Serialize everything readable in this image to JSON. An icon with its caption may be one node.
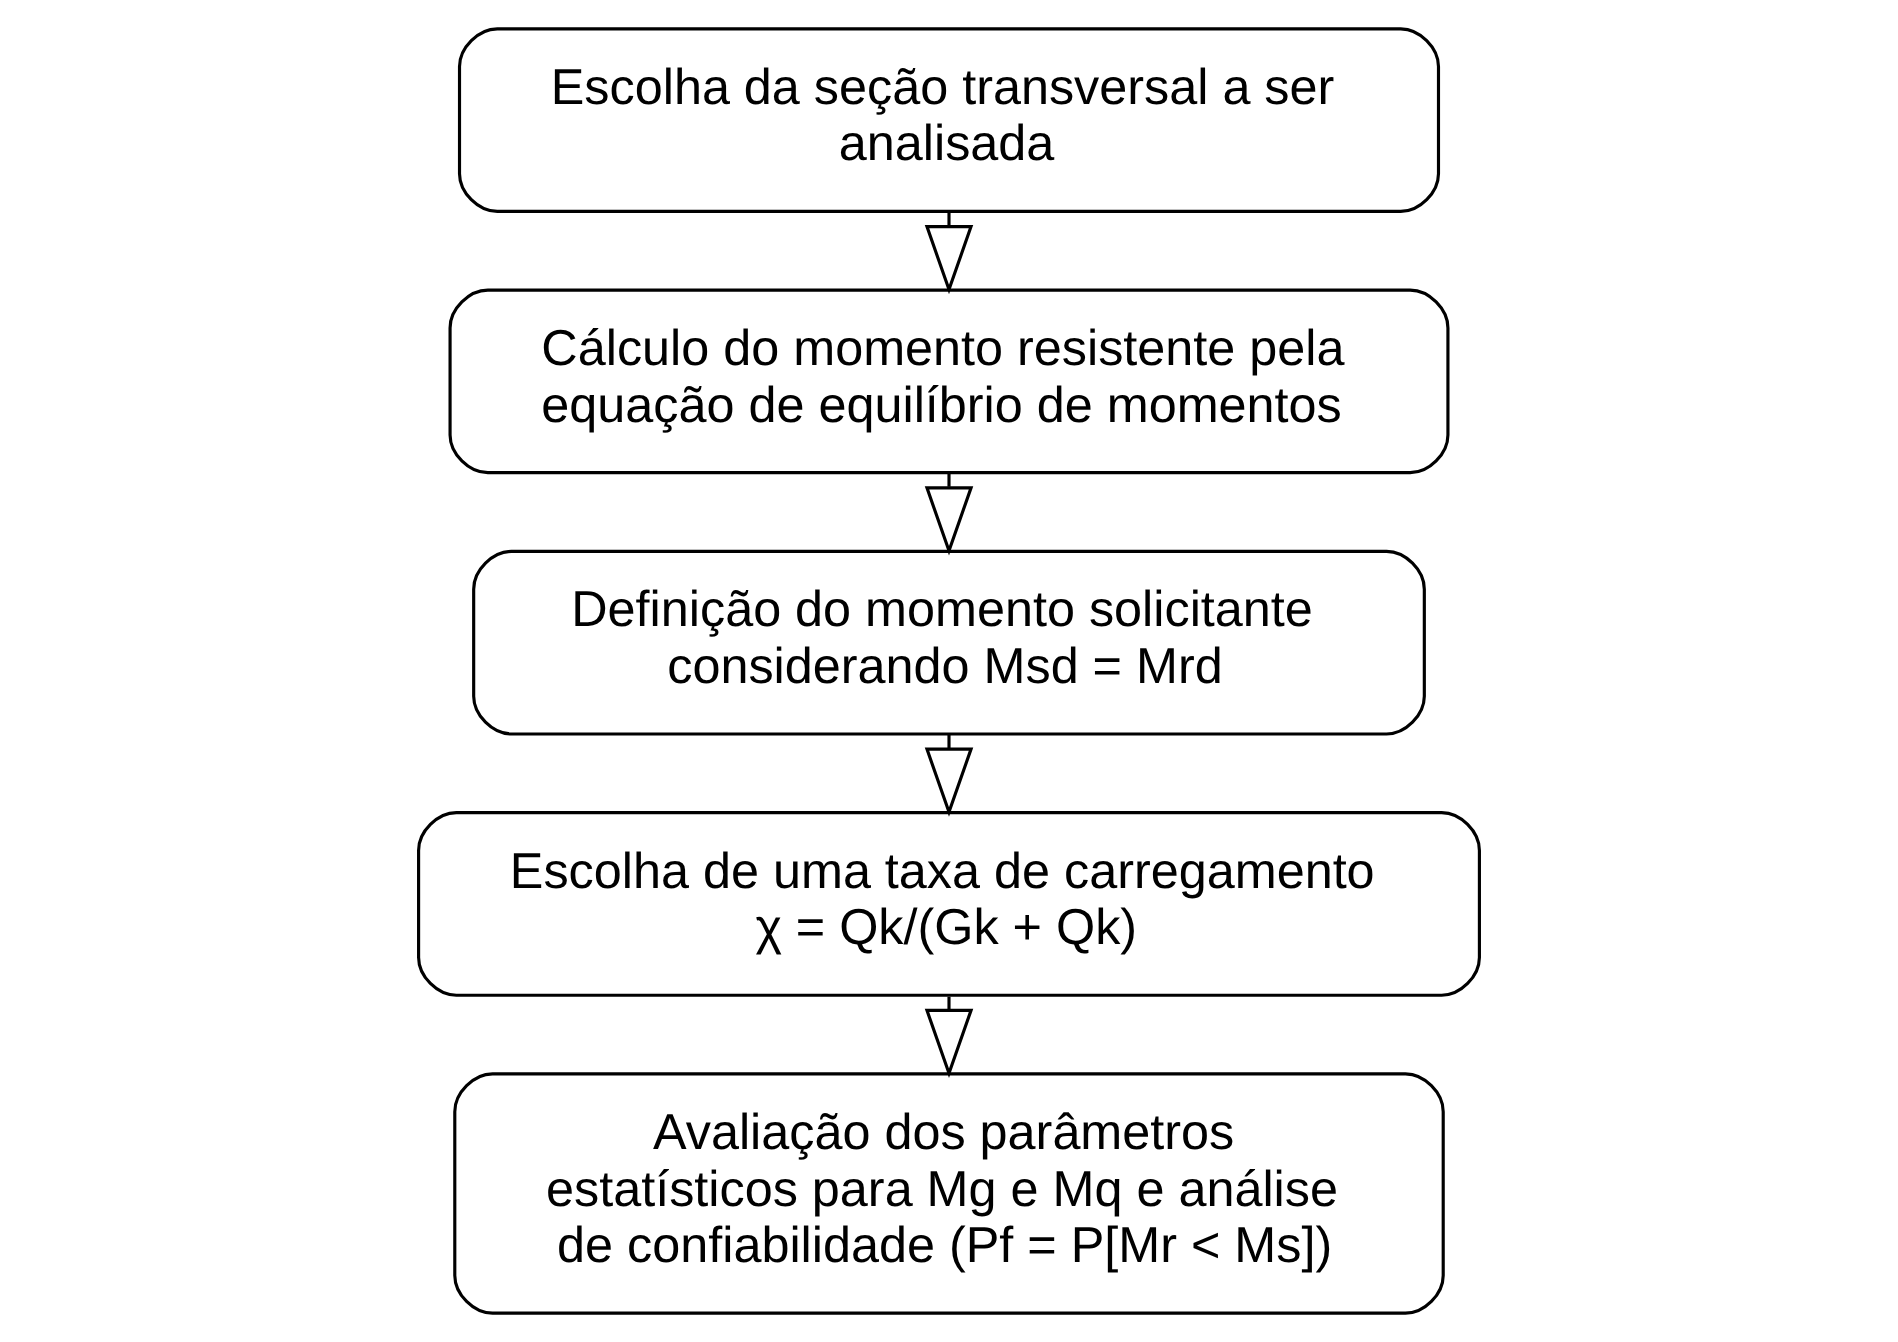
{
  "diagram": {
    "nodes": [
      {
        "text": [
          "Escolha da seção transversal a ser analisada"
        ]
      },
      {
        "text": [
          "Cálculo do momento resistente pela equação de equilíbrio de momentos"
        ]
      },
      {
        "text": [
          "Definição do momento solicitante considerando Msd = Mrd"
        ]
      },
      {
        "text": [
          "Escolha de uma taxa de carregamento χ = Qk/(Gk + Qk)"
        ]
      },
      {
        "text": [
          "Avaliação dos parâmetros estatísticos para Mg e Mq e análise de confiabilidade (Pf = P[Mr < Ms])"
        ]
      }
    ],
    "edges": [
      {
        "from": 0,
        "to": 1,
        "arrow": "to"
      },
      {
        "from": 1,
        "to": 2,
        "arrow": "to"
      },
      {
        "from": 2,
        "to": 3,
        "arrow": "to"
      },
      {
        "from": 3,
        "to": 4,
        "arrow": "to"
      }
    ]
  }
}
